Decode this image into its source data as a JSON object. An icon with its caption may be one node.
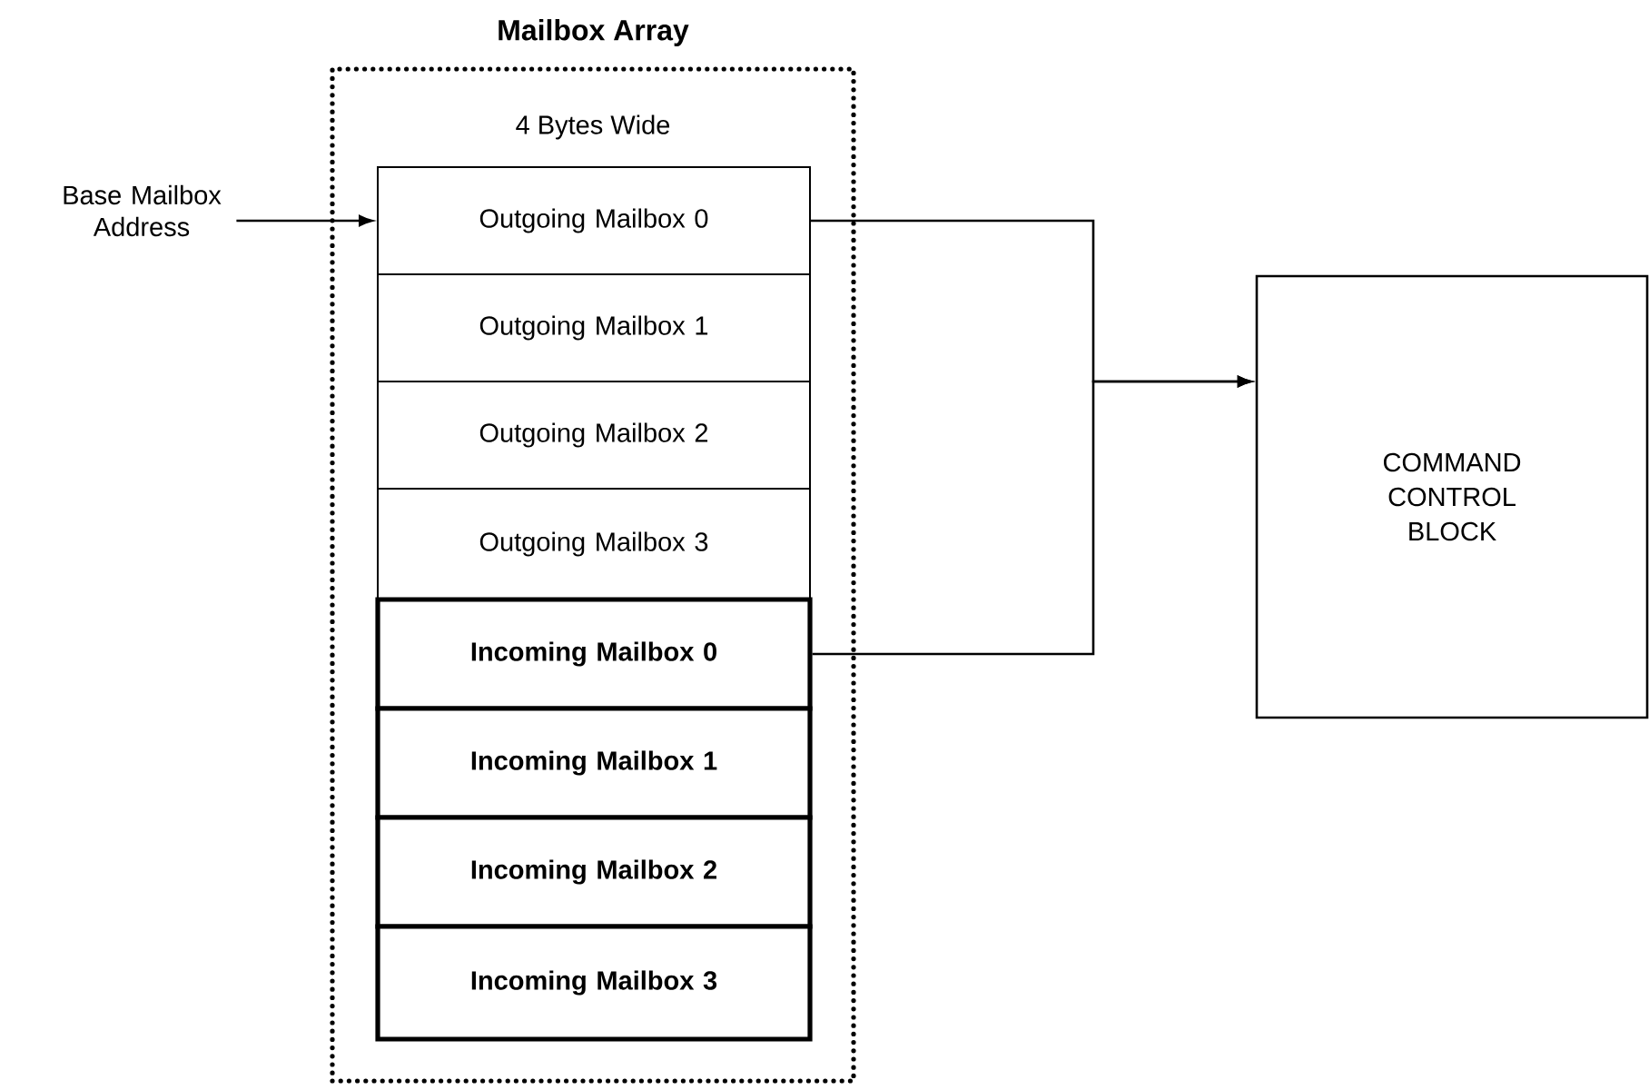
{
  "diagram": {
    "nodes": [
      {
        "text": [
          "Mailbox Array",
          "4 Bytes Wide"
        ]
      },
      {
        "text": [
          "Base Mailbox Address"
        ]
      },
      {
        "text": [
          "Outgoing Mailbox 0"
        ],
        "in": 0
      },
      {
        "text": [
          "Outgoing Mailbox 1"
        ],
        "in": 0
      },
      {
        "text": [
          "Outgoing Mailbox 2"
        ],
        "in": 0
      },
      {
        "text": [
          "Outgoing Mailbox 3"
        ],
        "in": 0
      },
      {
        "text": [
          "Incoming Mailbox 0"
        ],
        "in": 0
      },
      {
        "text": [
          "Incoming Mailbox 1"
        ],
        "in": 0
      },
      {
        "text": [
          "Incoming Mailbox 2"
        ],
        "in": 0
      },
      {
        "text": [
          "Incoming Mailbox 3"
        ],
        "in": 0
      },
      {
        "text": [
          "COMMAND CONTROL BLOCK"
        ]
      }
    ],
    "edges": [
      {
        "from": 1,
        "to": 2,
        "arrow": "to"
      },
      {
        "from": 2,
        "to": 10,
        "arrow": "to"
      },
      {
        "from": 6,
        "to": 10,
        "arrow": "to"
      }
    ]
  }
}
